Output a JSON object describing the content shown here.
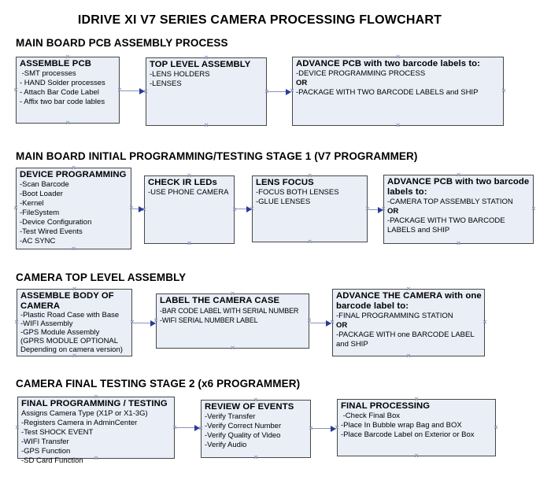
{
  "title": "IDRIVE XI V7 SERIES CAMERA PROCESSING FLOWCHART",
  "connection_marker": "×",
  "colors": {
    "box_fill": "#e9eef7",
    "box_border": "#474747",
    "arrow_line": "#8a93b8",
    "arrow_head": "#2a3a9c",
    "marker": "#8d96ba",
    "text": "#000000",
    "background": "#ffffff"
  },
  "sections": [
    {
      "heading": "MAIN BOARD PCB ASSEMBLY PROCESS",
      "boxes": [
        {
          "header": "ASSEMBLE PCB",
          "items": [
            " -SMT processes",
            "- HAND Solder processes",
            "- Attach Bar Code Label",
            "- Affix two bar code lables"
          ]
        },
        {
          "header": "TOP LEVEL ASSEMBLY",
          "items": [
            "-LENS HOLDERS",
            "-LENSES"
          ]
        },
        {
          "header": "ADVANCE PCB with two barcode labels to:",
          "items": [
            "-DEVICE PROGRAMMING PROCESS",
            "OR",
            "-PACKAGE WITH TWO BARCODE LABELS and SHIP"
          ]
        }
      ]
    },
    {
      "heading": "MAIN BOARD INITIAL PROGRAMMING/TESTING STAGE 1 (V7 PROGRAMMER)",
      "boxes": [
        {
          "header": "DEVICE PROGRAMMING",
          "items": [
            "-Scan Barcode",
            "-Boot Loader",
            "-Kernel",
            "-FileSystem",
            "-Device Configuration",
            "-Test Wired Events",
            "-AC SYNC"
          ]
        },
        {
          "header": "CHECK IR LEDs",
          "items": [
            "-USE PHONE CAMERA"
          ]
        },
        {
          "header": "LENS FOCUS",
          "items": [
            "-FOCUS BOTH LENSES",
            "-GLUE LENSES"
          ]
        },
        {
          "header": "ADVANCE PCB with two barcode labels to:",
          "items": [
            "-CAMERA TOP ASSEMBLY STATION",
            "OR",
            "-PACKAGE WITH TWO BARCODE LABELS and SHIP"
          ]
        }
      ]
    },
    {
      "heading": "CAMERA TOP LEVEL ASSEMBLY",
      "boxes": [
        {
          "header": "ASSEMBLE BODY OF CAMERA",
          "items": [
            "-Plastic Road Case with Base",
            "-WIFI Assembly",
            "-GPS Module Assembly",
            "(GPRS MODULE OPTIONAL",
            "Depending on camera version)"
          ]
        },
        {
          "header": "LABEL THE CAMERA CASE",
          "items": [
            "-BAR CODE LABEL WITH SERIAL NUMBER",
            "-WIFI SERIAL NUMBER LABEL"
          ]
        },
        {
          "header": "ADVANCE THE CAMERA with one barcode label to:",
          "items": [
            "-FINAL PROGRAMMING STATION",
            "OR",
            "-PACKAGE WITH one BARCODE LABEL and SHIP"
          ]
        }
      ]
    },
    {
      "heading": "CAMERA FINAL TESTING STAGE 2 (x6 PROGRAMMER)",
      "boxes": [
        {
          "header": "FINAL PROGRAMMING / TESTING",
          "items": [
            "Assigns Camera Type (X1P or X1-3G)",
            "-Registers Camera in AdminCenter",
            "-Test SHOCK EVENT",
            "-WIFI Transfer",
            "-GPS Function",
            "-SD Card Function"
          ]
        },
        {
          "header": "REVIEW OF EVENTS",
          "items": [
            "-Verify Transfer",
            "-Verify Correct Number",
            "-Verify Quality of Video",
            "-Verify Audio"
          ]
        },
        {
          "header": "FINAL PROCESSING",
          "items": [
            " -Check Final Box",
            "-Place In Bubble wrap Bag and BOX",
            "-Place Barcode Label on Exterior or Box"
          ]
        }
      ]
    }
  ]
}
